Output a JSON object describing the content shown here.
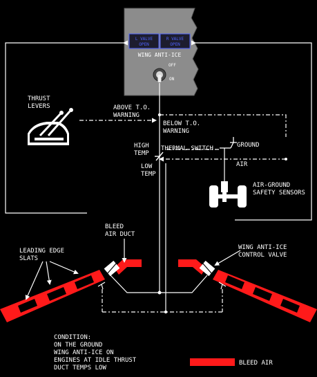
{
  "panel": {
    "title": "WING ANTI-ICE",
    "left_valve": [
      "L VALVE",
      "OPEN"
    ],
    "right_valve": [
      "R VALVE",
      "OPEN"
    ],
    "switch_off": "OFF",
    "switch_on": "ON"
  },
  "labels": {
    "thrust_levers": [
      "THRUST",
      "LEVERS"
    ],
    "above_to": [
      "ABOVE T.O.",
      "WARNING"
    ],
    "below_to": [
      "BELOW T.O.",
      "WARNING"
    ],
    "high_temp": [
      "HIGH",
      "TEMP"
    ],
    "low_temp": [
      "LOW",
      "TEMP"
    ],
    "thermal_switch": "THERMAL SWITCH",
    "ground": "GROUND",
    "air": "AIR",
    "air_ground": [
      "AIR-GROUND",
      "SAFETY SENSORS"
    ],
    "bleed_air_duct": [
      "BLEED",
      "AIR DUCT"
    ],
    "leading_edge_slats": [
      "LEADING EDGE",
      "SLATS"
    ],
    "control_valve": [
      "WING ANTI-ICE",
      "CONTROL VALVE"
    ]
  },
  "condition": [
    "CONDITION:",
    "ON THE GROUND",
    "WING ANTI-ICE ON",
    "ENGINES AT IDLE THRUST",
    "DUCT TEMPS LOW"
  ],
  "legend": {
    "bleed_air": "BLEED AIR"
  },
  "colors": {
    "bleed": "#ff1a1a",
    "panel": "#8c8c8c",
    "lamp": "#4e62ff",
    "line": "#ffffff",
    "background": "#000000"
  }
}
